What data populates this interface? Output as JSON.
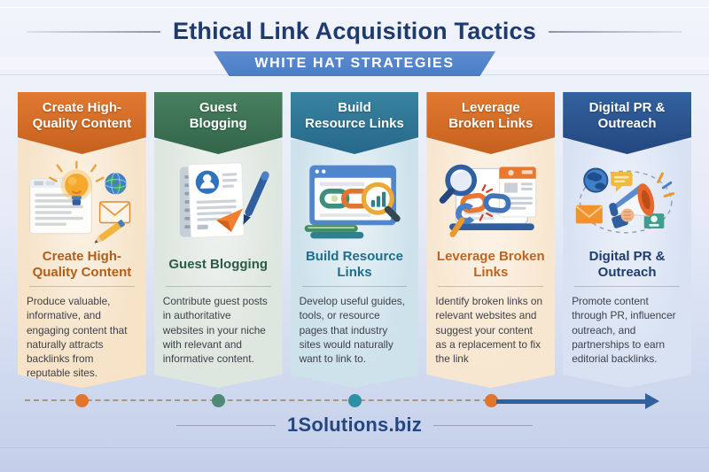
{
  "header": {
    "title": "Ethical Link Acquisition Tactics",
    "title_color": "#1E3A6E",
    "banner_label": "WHITE HAT STRATEGIES",
    "banner_color": "#4B7DC6"
  },
  "columns": [
    {
      "header_label": "Create High-\nQuality Content",
      "title": "Create High-\nQuality Content",
      "description": "Produce valuable, informative, and engaging content that naturally attracts backlinks from reputable sites.",
      "icon": "lightbulb-content-illustration",
      "colors": {
        "header": "#E07A31",
        "header_dark": "#C6601E",
        "body": "#F6E3C8",
        "title": "#B25E17"
      }
    },
    {
      "header_label": "Guest\nBlogging",
      "title": "Guest Blogging",
      "description": "Contribute guest posts in authoritative websites in your niche with relevant and informative content.",
      "icon": "guest-post-illustration",
      "colors": {
        "header": "#47805F",
        "header_dark": "#33654A",
        "body": "#DDE6DF",
        "title": "#2C5C47"
      }
    },
    {
      "header_label": "Build\nResource Links",
      "title": "Build Resource\nLinks",
      "description": "Develop useful guides, tools, or resource pages that industry sites would naturally want to link to.",
      "icon": "resource-links-illustration",
      "colors": {
        "header": "#3884A0",
        "header_dark": "#27688A",
        "body": "#CEE2EC",
        "title": "#1E6E8C"
      }
    },
    {
      "header_label": "Leverage\nBroken Links",
      "title": "Leverage Broken\nLinks",
      "description": "Identify broken links on relevant websites and suggest your content as a replacement to fix the link",
      "icon": "broken-links-illustration",
      "colors": {
        "header": "#E07A31",
        "header_dark": "#C6601E",
        "body": "#F8E7D0",
        "title": "#C16320"
      }
    },
    {
      "header_label": "Digital PR &\nOutreach",
      "title": "Digital PR &\nOutreach",
      "description": "Promote content through PR, influencer outreach, and partnerships to earn editorial backlinks.",
      "icon": "megaphone-outreach-illustration",
      "colors": {
        "header": "#32629F",
        "header_dark": "#24477F",
        "body": "#D8E2F3",
        "title": "#1F3C6E"
      }
    }
  ],
  "timeline": {
    "dot_colors": [
      "#E2752E",
      "#4E8A74",
      "#2F8FA5",
      "#E2752E"
    ],
    "arrow_color": "#31619B",
    "dash_color": "#A28A70"
  },
  "footer": {
    "brand": "1Solutions.biz",
    "brand_color": "#24477F"
  }
}
